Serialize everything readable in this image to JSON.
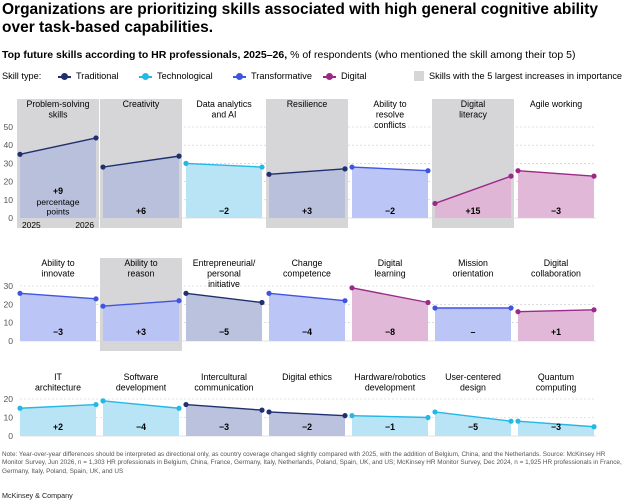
{
  "headline": "Organizations are prioritizing skills associated with high general cognitive ability over task-based capabilities.",
  "subtitle": {
    "title": "Top future skills according to HR professionals, 2025–26,",
    "unit": "% of respondents (who mentioned the skill among their top 5)"
  },
  "legend": {
    "label": "Skill type:",
    "items": [
      {
        "name": "Traditional",
        "color": "#1f2f6f"
      },
      {
        "name": "Technological",
        "color": "#23b8e6"
      },
      {
        "name": "Transformative",
        "color": "#3f55e0"
      },
      {
        "name": "Digital",
        "color": "#9b2a87"
      }
    ],
    "highlight_label": "Skills with the 5 largest increases in importance"
  },
  "colors": {
    "highlight_background": "#d6d6d9",
    "axis_text": "#555555",
    "gridline": "#c8c8c8"
  },
  "chart_data": {
    "type": "line",
    "years": [
      "2025",
      "2026"
    ],
    "change_unit": "percentage points",
    "panels": [
      {
        "skill": "Problem-solving skills",
        "type": "Traditional",
        "values": [
          35,
          44
        ],
        "change": "+9",
        "highlighted": true
      },
      {
        "skill": "Creativity",
        "type": "Traditional",
        "values": [
          28,
          34
        ],
        "change": "+6",
        "highlighted": true
      },
      {
        "skill": "Data analytics and AI",
        "type": "Technological",
        "values": [
          30,
          28
        ],
        "change": "−2",
        "highlighted": false
      },
      {
        "skill": "Resilience",
        "type": "Traditional",
        "values": [
          24,
          27
        ],
        "change": "+3",
        "highlighted": true
      },
      {
        "skill": "Ability to resolve conflicts",
        "type": "Transformative",
        "values": [
          28,
          26
        ],
        "change": "−2",
        "highlighted": false
      },
      {
        "skill": "Digital literacy",
        "type": "Digital",
        "values": [
          8,
          23
        ],
        "change": "+15",
        "highlighted": true
      },
      {
        "skill": "Agile working",
        "type": "Digital",
        "values": [
          26,
          23
        ],
        "change": "−3",
        "highlighted": false
      },
      {
        "skill": "Ability to innovate",
        "type": "Transformative",
        "values": [
          26,
          23
        ],
        "change": "−3",
        "highlighted": false
      },
      {
        "skill": "Ability to reason",
        "type": "Transformative",
        "values": [
          19,
          22
        ],
        "change": "+3",
        "highlighted": true
      },
      {
        "skill": "Entrepreneurial/ personal initiative",
        "type": "Traditional",
        "values": [
          26,
          21
        ],
        "change": "−5",
        "highlighted": false
      },
      {
        "skill": "Change competence",
        "type": "Transformative",
        "values": [
          26,
          22
        ],
        "change": "−4",
        "highlighted": false
      },
      {
        "skill": "Digital learning",
        "type": "Digital",
        "values": [
          29,
          21
        ],
        "change": "−8",
        "highlighted": false
      },
      {
        "skill": "Mission orientation",
        "type": "Transformative",
        "values": [
          18,
          18
        ],
        "change": "–",
        "highlighted": false
      },
      {
        "skill": "Digital collaboration",
        "type": "Digital",
        "values": [
          16,
          17
        ],
        "change": "+1",
        "highlighted": false
      },
      {
        "skill": "IT architecture",
        "type": "Technological",
        "values": [
          15,
          17
        ],
        "change": "+2",
        "highlighted": false
      },
      {
        "skill": "Software development",
        "type": "Technological",
        "values": [
          19,
          15
        ],
        "change": "−4",
        "highlighted": false
      },
      {
        "skill": "Intercultural communication",
        "type": "Traditional",
        "values": [
          17,
          14
        ],
        "change": "−3",
        "highlighted": false
      },
      {
        "skill": "Digital ethics",
        "type": "Traditional",
        "values": [
          13,
          11
        ],
        "change": "−2",
        "highlighted": false
      },
      {
        "skill": "Hardware/robotics development",
        "type": "Technological",
        "values": [
          11,
          10
        ],
        "change": "−1",
        "highlighted": false
      },
      {
        "skill": "User-centered design",
        "type": "Technological",
        "values": [
          13,
          8
        ],
        "change": "−5",
        "highlighted": false
      },
      {
        "skill": "Quantum computing",
        "type": "Technological",
        "values": [
          8,
          5
        ],
        "change": "−3",
        "highlighted": false
      }
    ],
    "rows": [
      {
        "ticks": [
          0,
          10,
          20,
          30,
          40,
          50
        ],
        "ylim": [
          0,
          50
        ]
      },
      {
        "ticks": [
          0,
          10,
          20,
          30
        ],
        "ylim": [
          0,
          30
        ]
      },
      {
        "ticks": [
          0,
          10,
          20
        ],
        "ylim": [
          0,
          20
        ]
      }
    ]
  },
  "note": "Note: Year-over-year differences should be interpreted as directional only, as country coverage changed slightly compared with 2025, with the addition of Belgium, China, and the Netherlands. Source: McKinsey HR Monitor Survey, Jun 2026, n = 1,303 HR professionals in Belgium, China, France, Germany, Italy, Netherlands, Poland, Spain, UK, and US; McKinsey HR Monitor Survey, Dec 2024, n = 1,925 HR professionals in France, Germany, Italy, Poland, Spain, UK, and US",
  "footer": "McKinsey & Company"
}
